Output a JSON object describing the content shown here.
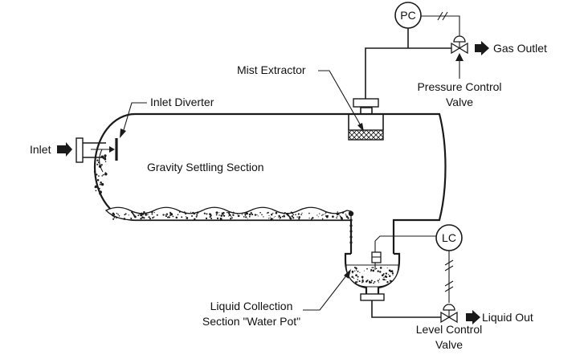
{
  "labels": {
    "inlet": "Inlet",
    "inlet_diverter": "Inlet Diverter",
    "gravity_settling": "Gravity Settling Section",
    "mist_extractor": "Mist Extractor",
    "pressure_control_line1": "Pressure Control",
    "pressure_control_line2": "Valve",
    "gas_outlet": "Gas Outlet",
    "liquid_collection_line1": "Liquid Collection",
    "liquid_collection_line2": "Section \"Water Pot\"",
    "level_control_line1": "Level Control",
    "level_control_line2": "Valve",
    "liquid_out": "Liquid Out"
  },
  "instruments": {
    "pressure_controller": "PC",
    "level_controller": "LC"
  }
}
